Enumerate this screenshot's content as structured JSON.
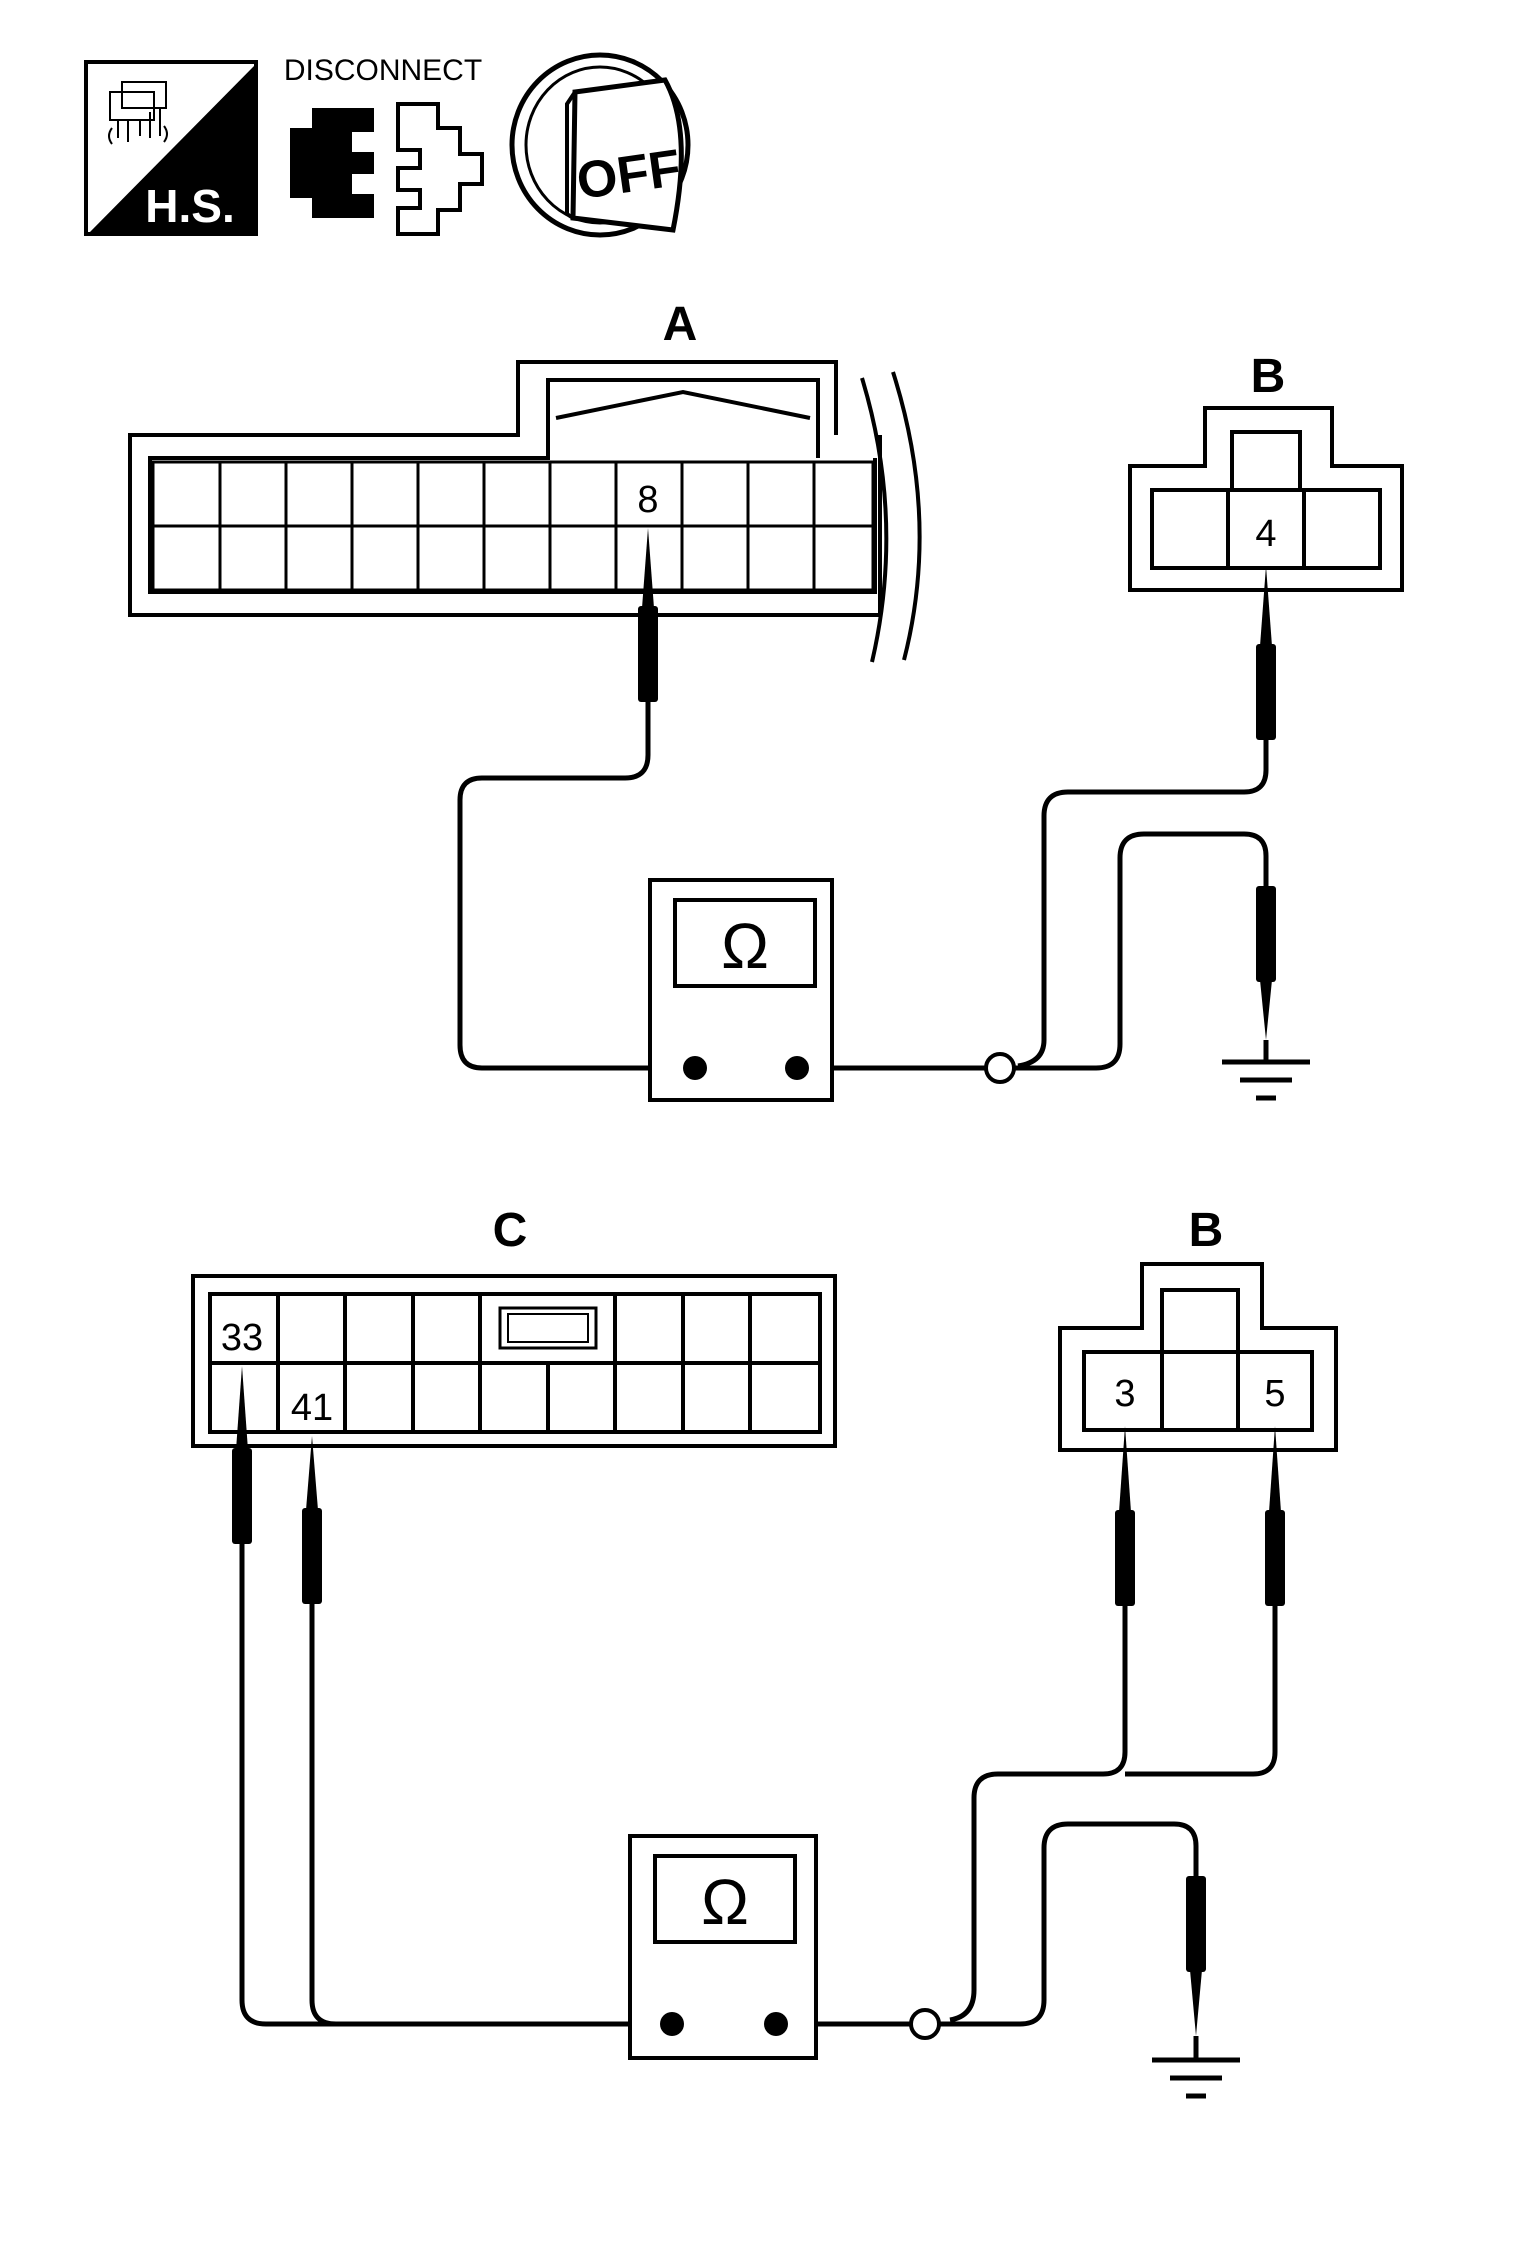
{
  "icons": {
    "hs_label": "H.S.",
    "disconnect_label": "DISCONNECT",
    "ignition_label": "OFF"
  },
  "check1": {
    "connector_a_label": "A",
    "connector_a_pin": "8",
    "connector_b_label": "B",
    "connector_b_pin": "4",
    "meter_symbol": "Ω"
  },
  "check2": {
    "connector_c_label": "C",
    "connector_c_pins": [
      "33",
      "41"
    ],
    "connector_b_label": "B",
    "connector_b_pins": [
      "3",
      "5"
    ],
    "meter_symbol": "Ω"
  }
}
